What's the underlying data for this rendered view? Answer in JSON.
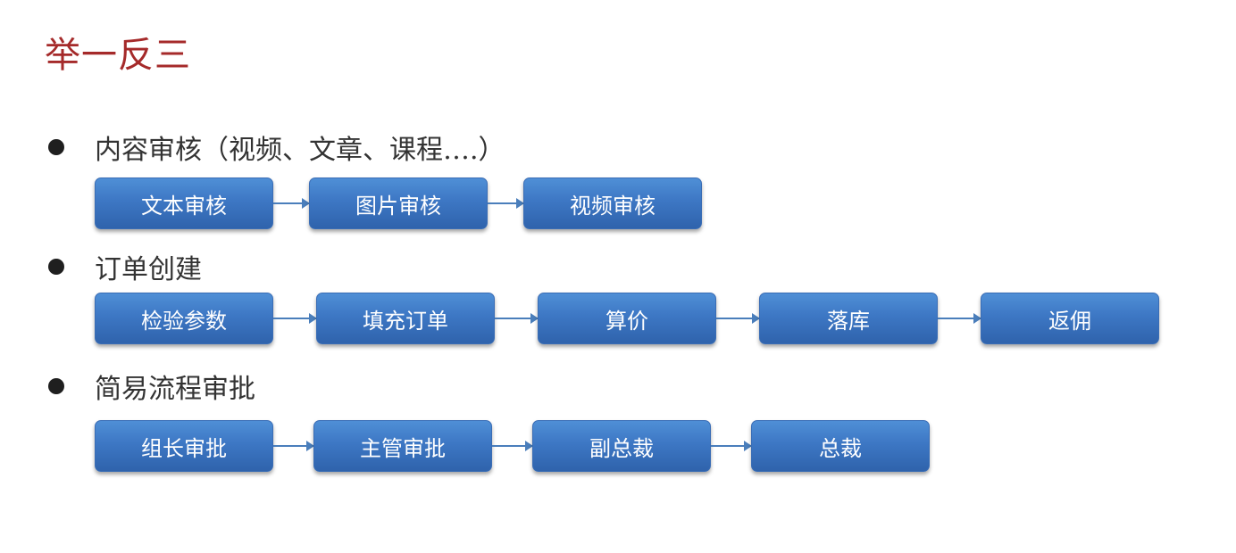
{
  "title": "举一反三",
  "sections": [
    {
      "heading": "内容审核（视频、文章、课程….）",
      "steps": [
        "文本审核",
        "图片审核",
        "视频审核"
      ]
    },
    {
      "heading": "订单创建",
      "steps": [
        "检验参数",
        "填充订单",
        "算价",
        "落库",
        "返佣"
      ]
    },
    {
      "heading": "简易流程审批",
      "steps": [
        "组长审批",
        "主管审批",
        "副总裁",
        "总裁"
      ]
    }
  ],
  "colors": {
    "title": "#a52a2a",
    "step_fill": "#3d77c4",
    "arrow": "#4a7ebb",
    "bullet": "#1f1f1f"
  }
}
